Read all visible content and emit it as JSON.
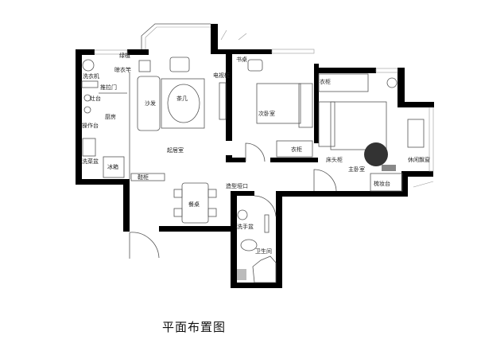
{
  "title": "平面布置图",
  "rooms": {
    "living": "起居室",
    "kitchen": "厨房",
    "second_bedroom": "次卧室",
    "master_bedroom": "主卧室",
    "bathroom": "卫生间",
    "bay_window": "休闲飘窗"
  },
  "furniture": {
    "washer": "洗衣机",
    "drying_rack": "晾衣竿",
    "sliding_door": "推拉门",
    "stove": "灶台",
    "counter": "操作台",
    "sink": "洗菜盆",
    "fridge": "冰箱",
    "shoe_cabinet": "鞋柜",
    "sofa": "沙发",
    "tea_table": "茶几",
    "tv_cabinet": "电视柜",
    "dining_table": "餐桌",
    "arch_opening": "造型垭口",
    "wash_basin": "洗手盆",
    "desk": "书桌",
    "wardrobe_1": "衣柜",
    "wardrobe_2": "衣柜",
    "nightstand": "床头柜",
    "dresser": "梳妆台",
    "plants": "绿植"
  }
}
